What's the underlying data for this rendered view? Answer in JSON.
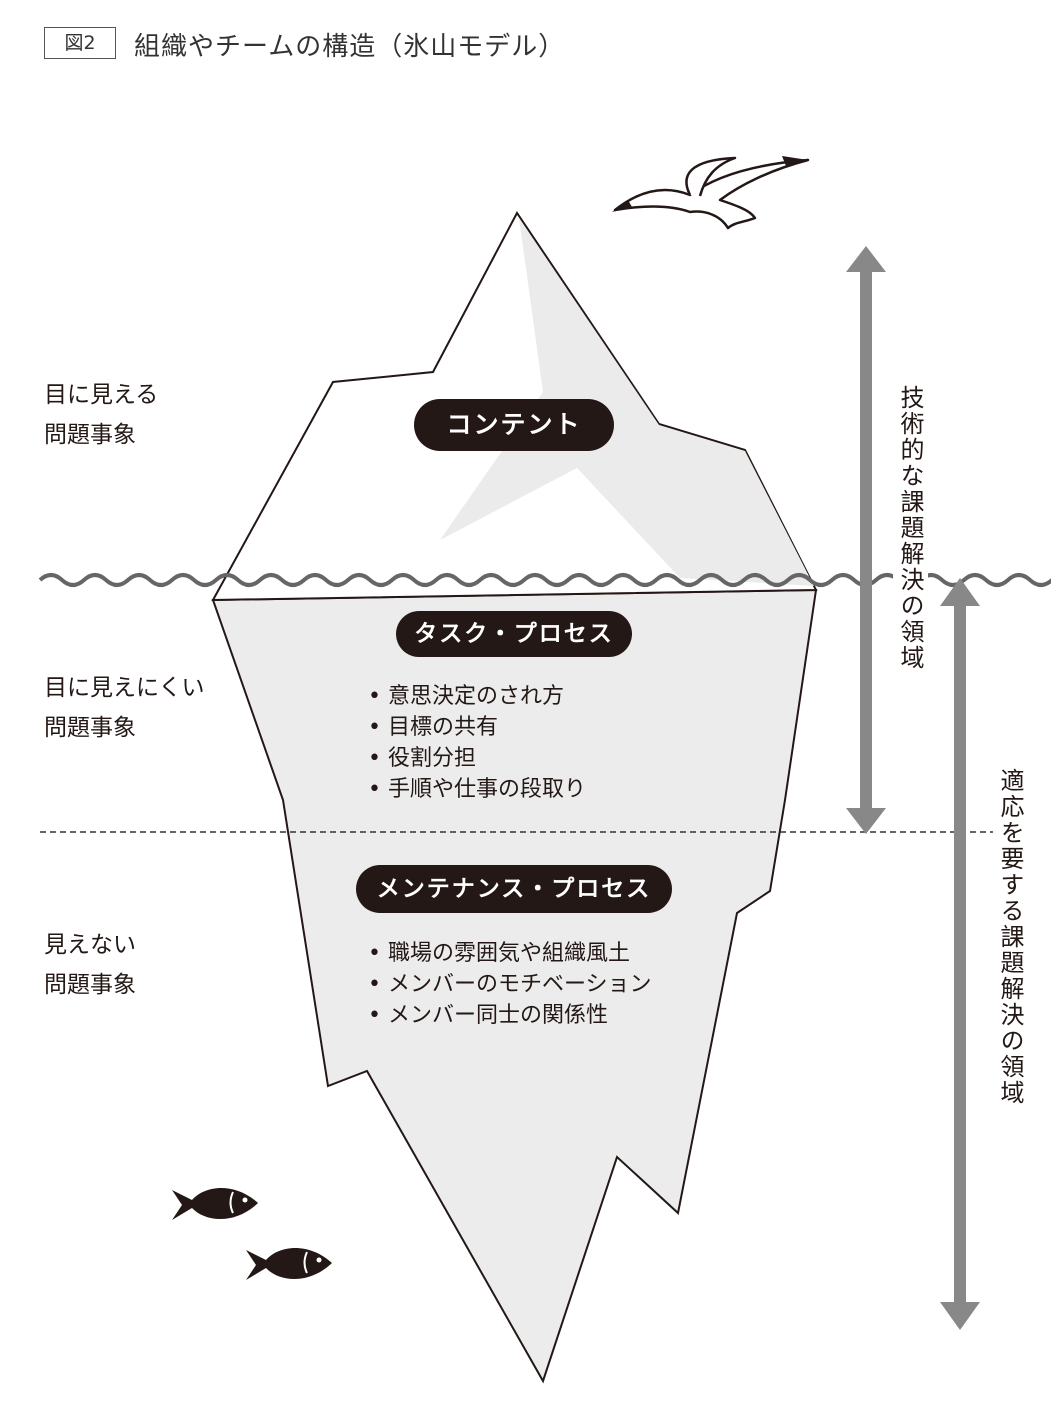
{
  "figure_label": "図2",
  "title": "組織やチームの構造（氷山モデル）",
  "levels": [
    {
      "label_line1": "目に見える",
      "label_line2": "問題事象",
      "pill": "コンテント",
      "items": []
    },
    {
      "label_line1": "目に見えにくい",
      "label_line2": "問題事象",
      "pill": "タスク・プロセス",
      "items": [
        "意思決定のされ方",
        "目標の共有",
        "役割分担",
        "手順や仕事の段取り"
      ]
    },
    {
      "label_line1": "見えない",
      "label_line2": "問題事象",
      "pill": "メンテナンス・プロセス",
      "items": [
        "職場の雰囲気や組織風土",
        "メンバーのモチベーション",
        "メンバー同士の関係性"
      ]
    }
  ],
  "arrows": {
    "technical": "技術的な課題解決の領域",
    "adaptive": "適応を要する課題解決の領域"
  },
  "colors": {
    "ink": "#231815",
    "ice_shade": "#ebebeb",
    "arrow": "#888888",
    "wave": "#666666"
  }
}
